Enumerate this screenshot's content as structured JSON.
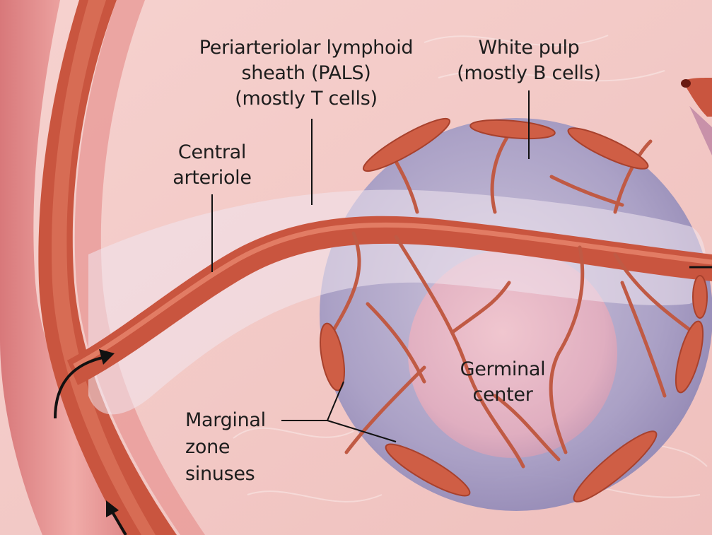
{
  "labels": {
    "pals": [
      "Periarteriolar lymphoid",
      "sheath (PALS)",
      "(mostly T cells)"
    ],
    "white_pulp": [
      "White pulp",
      "(mostly B cells)"
    ],
    "central_arteriole": [
      "Central",
      "arteriole"
    ],
    "germinal_center": [
      "Germinal",
      "center"
    ],
    "marginal_zone": [
      "Marginal",
      "zone",
      "sinuses"
    ]
  },
  "colors": {
    "background": "#f3c9c6",
    "artery": "#c9553f",
    "artery_highlight": "#e98a72",
    "large_vessel": "#e79a96",
    "white_pulp": "#a59bc4",
    "germinal_center": "#e4b2c2",
    "pals_sheath": "#f1e6ef",
    "leader_line": "#111111"
  }
}
